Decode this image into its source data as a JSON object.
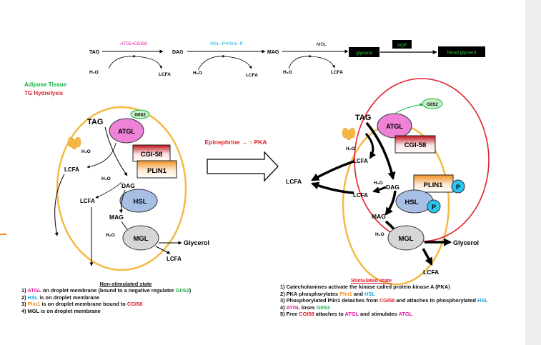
{
  "pathway": {
    "tag": "TAG",
    "dag": "DAG",
    "mag": "MAG",
    "enz1": "ATGL•CGI58",
    "enz2": "HSL~P•Plin1~P",
    "enz3": "MGL",
    "water": "H₂O",
    "lcfa": "LCFA",
    "glycerol": "glycerol",
    "aqp": "AQP",
    "blood_glycerol": "blood glycerol"
  },
  "heading": {
    "line1": "Adipose Tissue",
    "line2": "TG Hydrolysis"
  },
  "left_panel": {
    "tag": "TAG",
    "atgl": "ATGL",
    "g0s2": "G0S2",
    "cgi58": "CGI-58",
    "plin1": "PLIN1",
    "h2o": "H₂O",
    "lcfa": "LCFA",
    "dag": "DAG",
    "hsl": "HSL",
    "mag": "MAG",
    "mgl": "MGL",
    "glycerol": "Glycerol"
  },
  "transition": {
    "label": "Epinephrine → ↑ PKA"
  },
  "right_panel": {
    "tag": "TAG",
    "atgl": "ATGL",
    "g0s2": "G0S2",
    "cgi58": "CGI-58",
    "plin1": "PLIN1",
    "p": "P",
    "h2o": "H₂O",
    "lcfa": "LCFA",
    "dag": "DAG",
    "hsl": "HSL",
    "mag": "MAG",
    "mgl": "MGL",
    "glycerol": "Glycerol"
  },
  "notes_left": {
    "title": "Non-stimulated state",
    "l1_a": "1) ",
    "l1_b": "ATGL",
    "l1_c": " on droplet membrane (bound to a negative regulator ",
    "l1_d": "G0S2",
    "l1_e": ")",
    "l2_a": "2) ",
    "l2_b": "HSL",
    "l2_c": " is on droplet membrane",
    "l3_a": "3) ",
    "l3_b": "Plin1",
    "l3_c": " is on droplet membrane bound to ",
    "l3_d": "CGI58",
    "l4": "4) MGL is on droplet membrane"
  },
  "notes_right": {
    "title": "Stimulated state",
    "l1": "1) Catecholamines activate the kinase called protein kinase A (PKA)",
    "l2_a": "2) PKA phosphorylates ",
    "l2_b": "Plin1",
    "l2_c": " and ",
    "l2_d": "HSL",
    "l3_a": "3) Phosphorylated Plin1 detaches from ",
    "l3_b": "CGI58",
    "l3_c": " and attaches to phosphorylated ",
    "l3_d": "HSL",
    "l4_a": "4) ",
    "l4_b": "ATGL",
    "l4_c": " loses ",
    "l4_d": "G0S2",
    "l5_a": "5) Free ",
    "l5_b": "CGI58",
    "l5_c": " attaches to ",
    "l5_d": "ATGL",
    "l5_e": " and stimulates ",
    "l5_f": "ATGL"
  },
  "colors": {
    "atgl": "#e0169b",
    "hsl": "#19a7e0",
    "plin1": "#f0911f",
    "cgi58": "#e0202e",
    "g0s2": "#16b046",
    "droplet": "#f4b942",
    "stim_circle": "#e0202e"
  }
}
